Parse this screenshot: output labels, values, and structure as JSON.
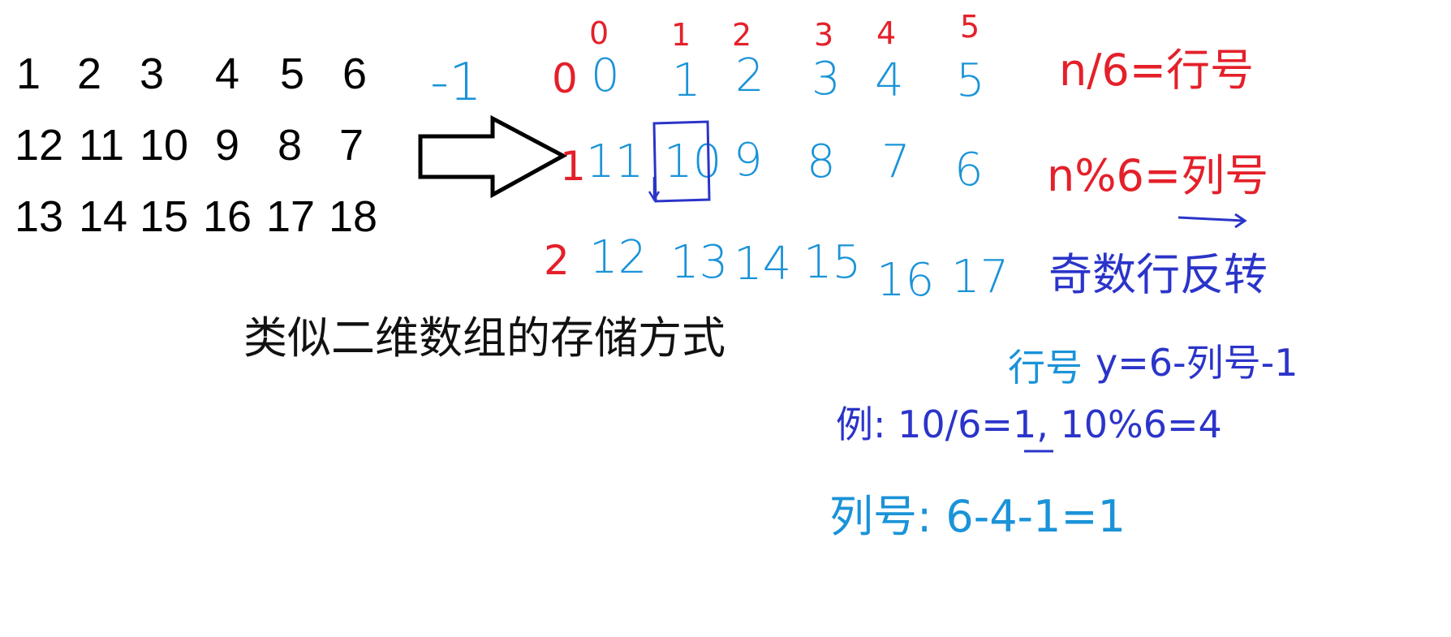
{
  "source_grid": {
    "rows": [
      [
        "1",
        "2",
        "3",
        "4",
        "5",
        "6"
      ],
      [
        "12",
        "11",
        "10",
        "9",
        "8",
        "7"
      ],
      [
        "13",
        "14",
        "15",
        "16",
        "17",
        "18"
      ]
    ]
  },
  "index_grid": {
    "minus_one": "-1",
    "col_indices": [
      "0",
      "1",
      "2",
      "3",
      "4",
      "5"
    ],
    "row_indices": [
      "0",
      "1",
      "2"
    ],
    "rows": [
      [
        "0",
        "1",
        "2",
        "3",
        "4",
        "5"
      ],
      [
        "11",
        "10",
        "9",
        "8",
        "7",
        "6"
      ],
      [
        "12",
        "13",
        "14",
        "15",
        "16",
        "17"
      ]
    ]
  },
  "notes": {
    "row_formula": "n/6=行号",
    "col_formula": "n%6=列号",
    "odd_row_reverse": "奇数行反转",
    "storage_caption": "类似二维数组的存储方式",
    "row_label": "行号",
    "y_formula": "y=6-列号-1",
    "example": "例: 10/6=1, 10%6=4",
    "col_result": "列号: 6-4-1=1"
  },
  "colors": {
    "red": "#e4202a",
    "blue": "#1a93d8",
    "navy": "#2b34c9",
    "black": "#111111"
  }
}
